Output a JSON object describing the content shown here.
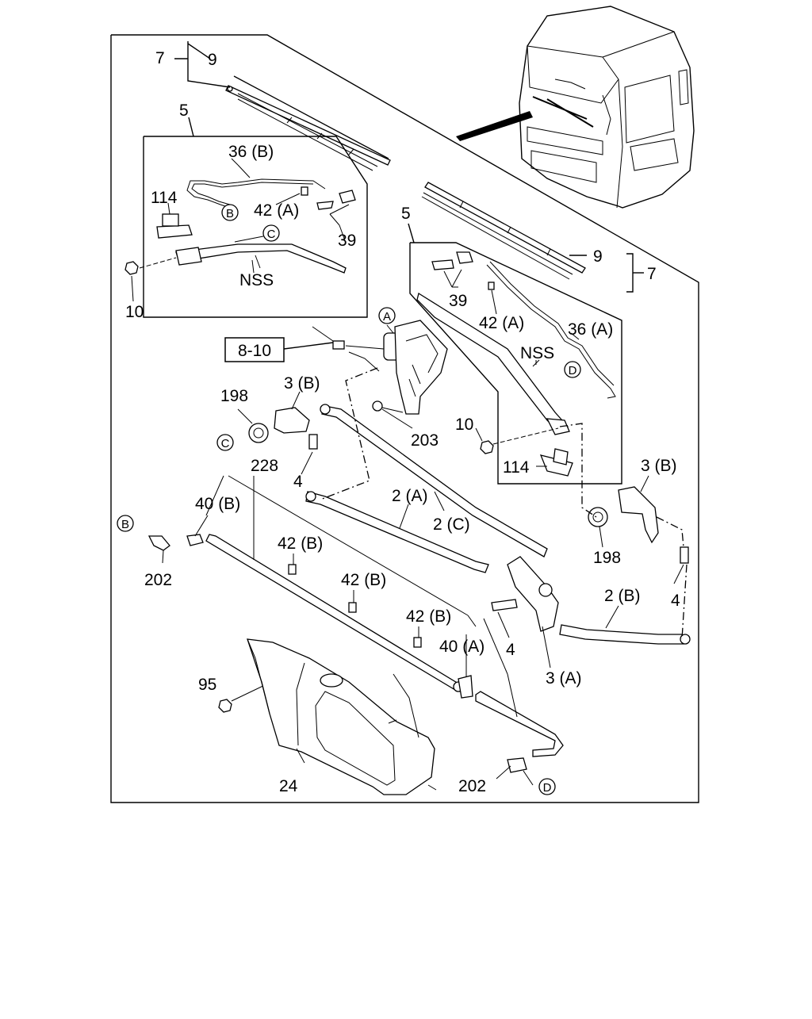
{
  "diagram": {
    "boxed_ref": "8-10",
    "callouts": {
      "c7_left": "7",
      "c9_left": "9",
      "c5_left": "5",
      "c36b": "36 (B)",
      "c114_left": "114",
      "c42a_left": "42 (A)",
      "c39_left": "39",
      "c_nss_left": "NSS",
      "c10_left": "10",
      "c5_right": "5",
      "c9_right": "9",
      "c7_right": "7",
      "c39_right": "39",
      "c42a_right": "42 (A)",
      "c36a": "36 (A)",
      "c_nss_right": "NSS",
      "c10_right": "10",
      "c114_right": "114",
      "c198_left": "198",
      "c3b_left": "3 (B)",
      "c203": "203",
      "c4_left": "4",
      "c228": "228",
      "c40b": "40 (B)",
      "c202_left": "202",
      "c2a": "2 (A)",
      "c2c": "2 (C)",
      "c42b_1": "42 (B)",
      "c42b_2": "42 (B)",
      "c42b_3": "42 (B)",
      "c40a": "40 (A)",
      "c4_mid": "4",
      "c3a": "3 (A)",
      "c3b_right": "3 (B)",
      "c198_right": "198",
      "c2b": "2 (B)",
      "c4_right": "4",
      "c95": "95",
      "c24": "24",
      "c202_right": "202"
    },
    "circled_refs": {
      "a_top": "A",
      "b_left_upper": "B",
      "c_left_upper": "C",
      "d_right_upper": "D",
      "c_left_mid": "C",
      "b_left_lower": "B",
      "d_bottom": "D"
    }
  }
}
